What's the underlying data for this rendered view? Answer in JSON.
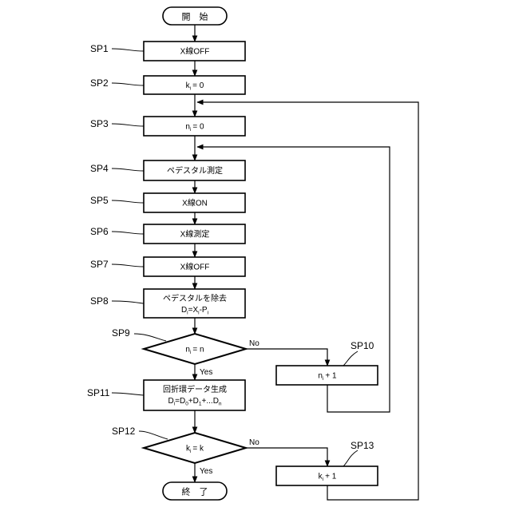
{
  "start": "開　始",
  "end": "終　了",
  "steps": {
    "sp1": {
      "tag": "SP1",
      "text": "X線OFF"
    },
    "sp2": {
      "tag": "SP2",
      "base": "k",
      "sub": "i",
      "rest": "= 0"
    },
    "sp3": {
      "tag": "SP3",
      "base": "n",
      "sub": "i",
      "rest": "= 0"
    },
    "sp4": {
      "tag": "SP4",
      "text": "ペデスタル測定"
    },
    "sp5": {
      "tag": "SP5",
      "text": "X線ON"
    },
    "sp6": {
      "tag": "SP6",
      "text": "X線測定"
    },
    "sp7": {
      "tag": "SP7",
      "text": "X線OFF"
    },
    "sp8": {
      "tag": "SP8",
      "text": "ペデスタルを除去",
      "f_d": "D",
      "f_d_sub": "i",
      "f_eq": "=X",
      "f_x_sub": "i",
      "f_minus": "-P",
      "f_p_sub": "i"
    },
    "sp9": {
      "tag": "SP9",
      "base": "n",
      "sub": "i",
      "rest": "= n",
      "no": "No",
      "yes": "Yes"
    },
    "sp10": {
      "tag": "SP10",
      "base": "n",
      "sub": "i",
      "rest": "+ 1"
    },
    "sp11": {
      "tag": "SP11",
      "text": "回折環データ生成",
      "f1": "D",
      "f1s": "i",
      "f2": "=D",
      "f2s": "0",
      "f3": "+D",
      "f3s": "1",
      "f4": "+...D",
      "f4s": "n"
    },
    "sp12": {
      "tag": "SP12",
      "base": "k",
      "sub": "i",
      "rest": "= k",
      "no": "No",
      "yes": "Yes"
    },
    "sp13": {
      "tag": "SP13",
      "base": "k",
      "sub": "i",
      "rest": "+ 1"
    }
  }
}
